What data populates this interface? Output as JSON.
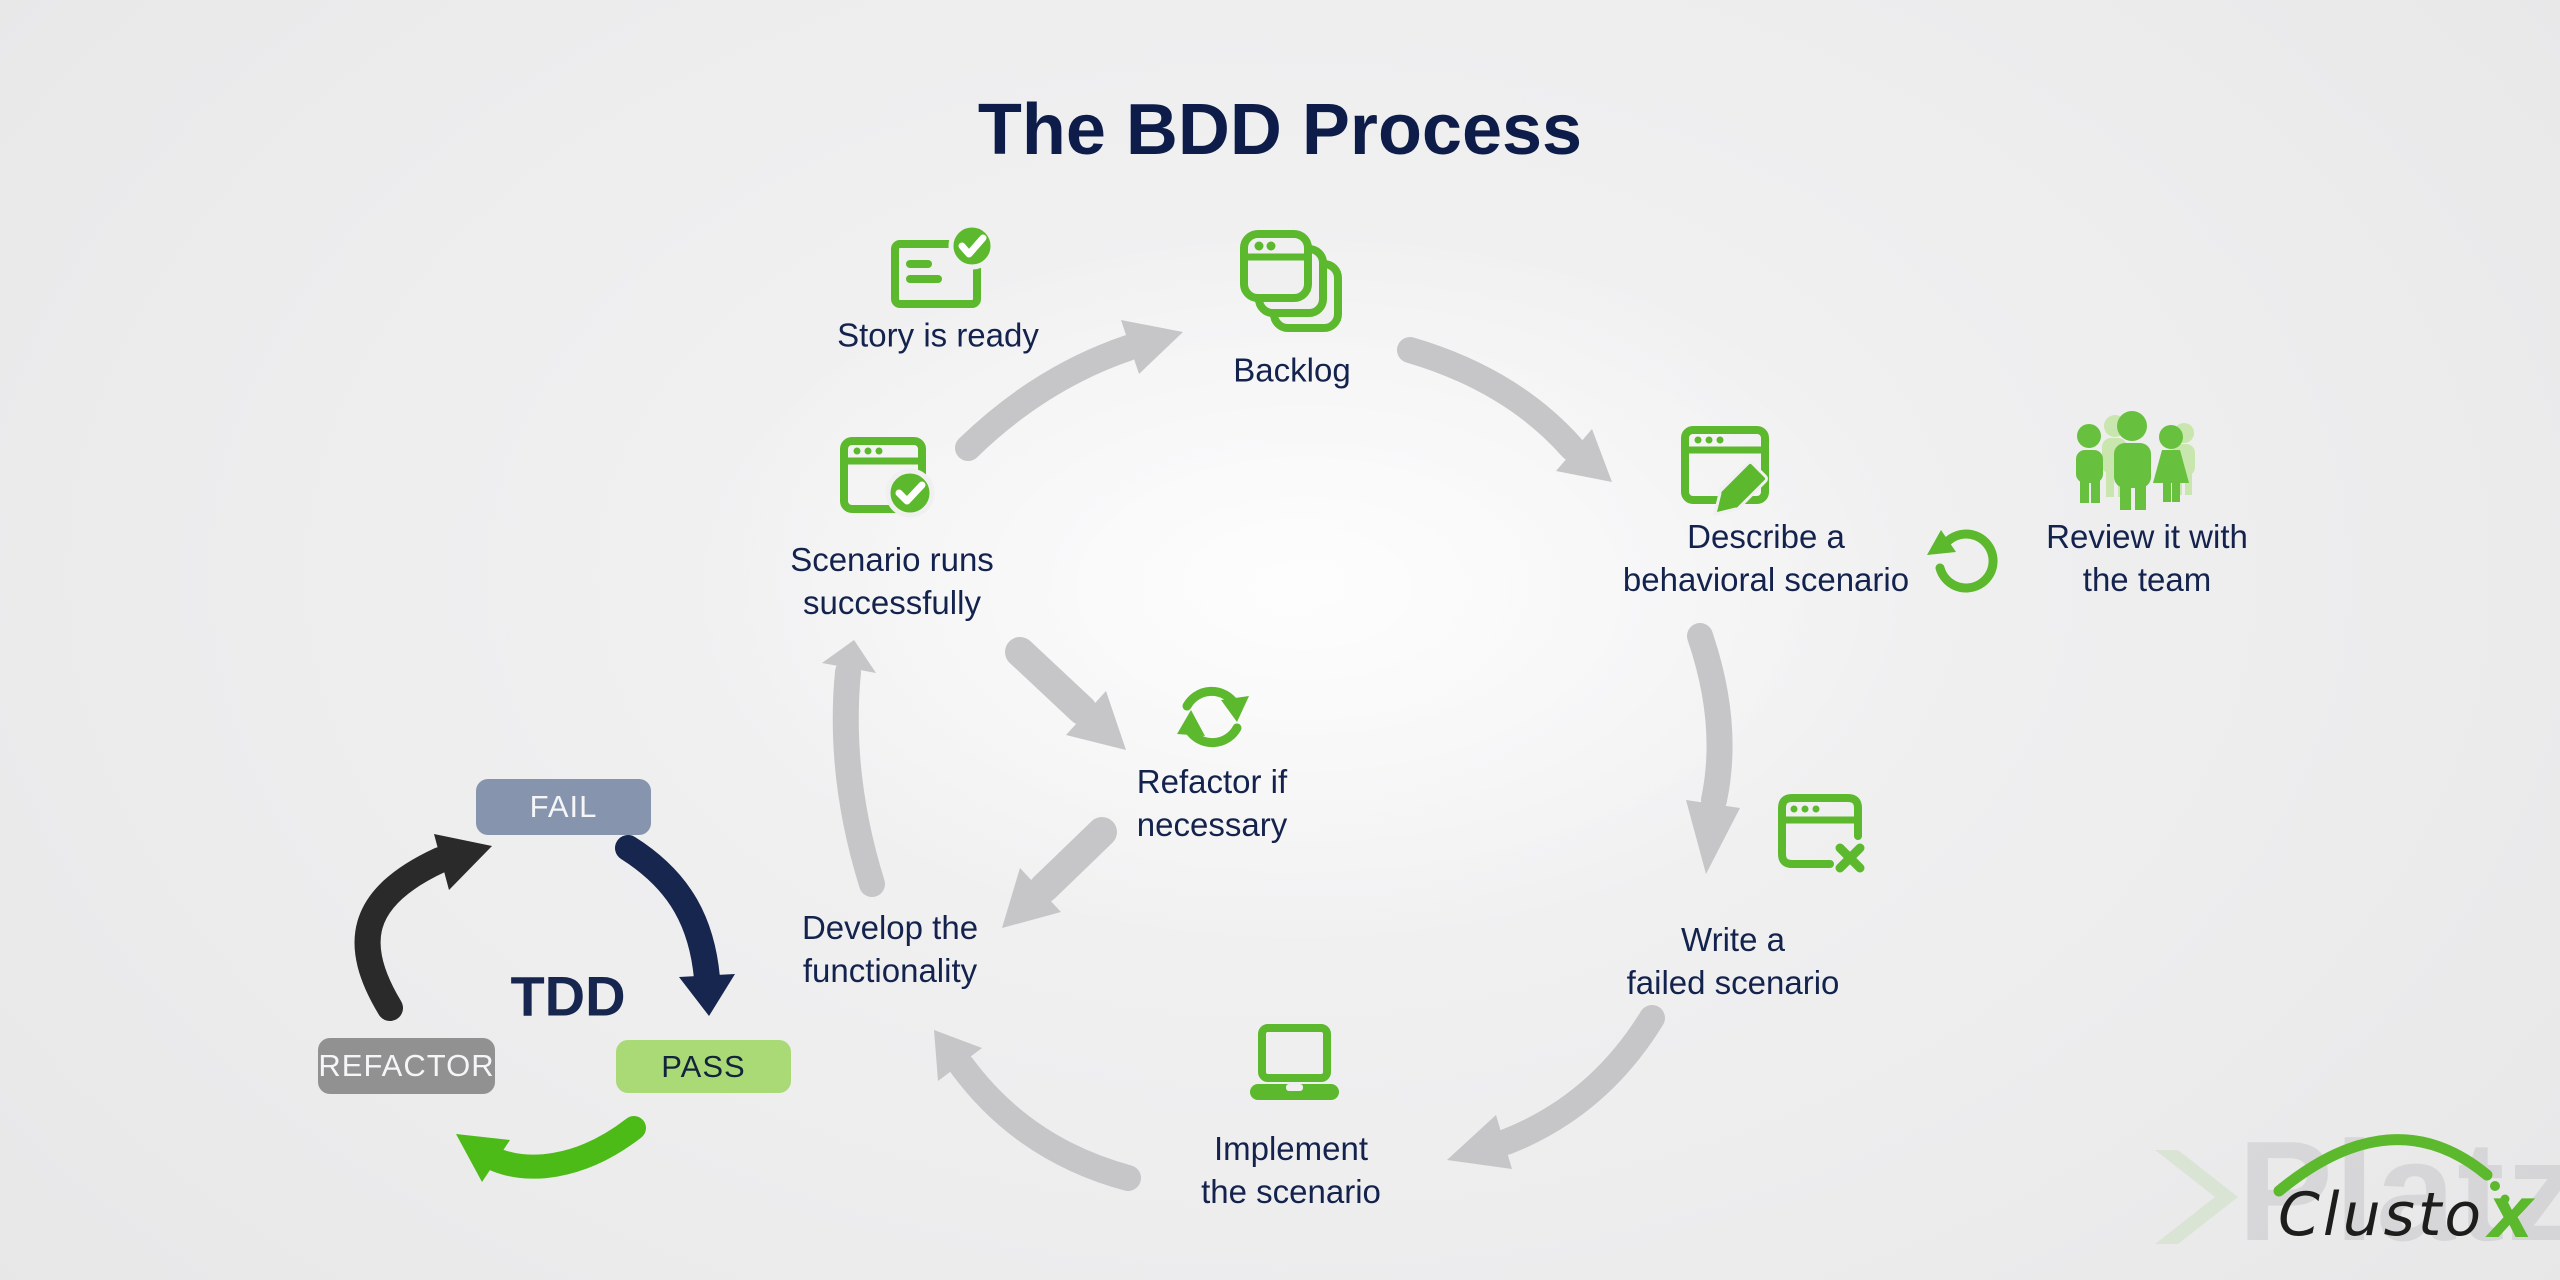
{
  "title": "The BDD Process",
  "steps": {
    "story": {
      "label": "Story is ready"
    },
    "backlog": {
      "label": "Backlog"
    },
    "describe": {
      "l1": "Describe a",
      "l2": "behavioral scenario"
    },
    "review": {
      "l1": "Review it with",
      "l2": "the team"
    },
    "write_failed": {
      "l1": "Write a",
      "l2": "failed scenario"
    },
    "implement": {
      "l1": "Implement",
      "l2": "the scenario"
    },
    "develop": {
      "l1": "Develop the",
      "l2": "functionality"
    },
    "scenario_runs": {
      "l1": "Scenario runs",
      "l2": "successfully"
    },
    "refactor_if": {
      "l1": "Refactor if",
      "l2": "necessary"
    }
  },
  "tdd": {
    "title": "TDD",
    "fail": "FAIL",
    "pass": "PASS",
    "refactor": "REFACTOR"
  },
  "logo": {
    "name": "Clusto",
    "suffix": "x"
  },
  "watermark": {
    "text": "Platzi"
  },
  "colors": {
    "green": "#5cb82c",
    "green_soft": "#c8e6ad",
    "green_solid": "#68c03f",
    "navy": "#14234d",
    "title": "#0d1c49",
    "arrow_gray": "#c6c6c8",
    "fail_bg": "#8694ae",
    "pass_bg": "#a9da76",
    "refactor_bg": "#919191",
    "tdd_black": "#2a2a2a",
    "tdd_navy": "#17264e",
    "tdd_green": "#4cbb17",
    "badge_text_light": "#f5f6f8",
    "badge_text_dark": "#13233b",
    "logo_black": "#1d1d1b"
  }
}
